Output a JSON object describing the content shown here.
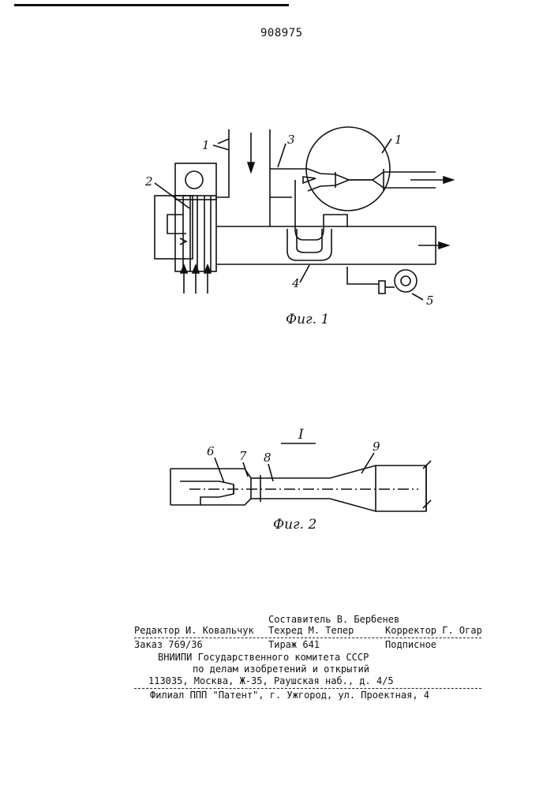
{
  "header": {
    "patent_number": "908975"
  },
  "figure1": {
    "caption": "Фиг. 1",
    "labels": {
      "l1": "1",
      "l1b": "1",
      "l2": "2",
      "l3": "3",
      "l4": "4",
      "l5": "5"
    }
  },
  "figure2": {
    "section_mark": "I",
    "caption": "Фиг. 2",
    "labels": {
      "l6": "6",
      "l7": "7",
      "l8": "8",
      "l9": "9"
    }
  },
  "imprint": {
    "compiler": "Составитель В. Бербенев",
    "editor": "Редактор И. Ковальчук",
    "tech": "Техред М. Тепер",
    "corrector": "Корректор Г. Огар",
    "order": "Заказ 769/36",
    "circulation": "Тираж 641",
    "subscription": "Подписное",
    "org1": "ВНИИПИ Государственного комитета СССР",
    "org2": "по делам изобретений и открытий",
    "address": "113035, Москва, Ж-35, Раушская наб., д. 4/5",
    "branch": "Филиал ППП \"Патент\", г. Ужгород, ул. Проектная, 4"
  }
}
